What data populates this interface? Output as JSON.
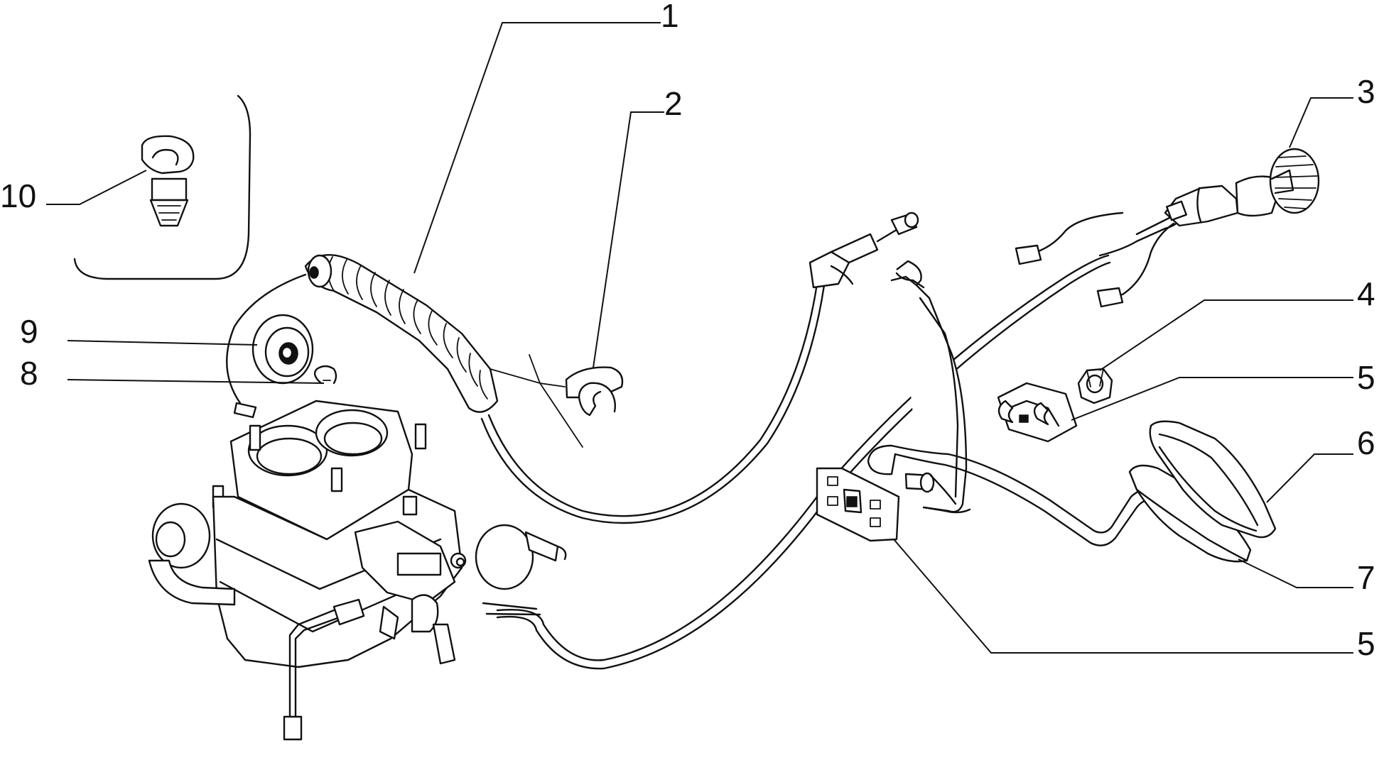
{
  "callouts": [
    {
      "id": "c1",
      "label": "1"
    },
    {
      "id": "c2",
      "label": "2"
    },
    {
      "id": "c3",
      "label": "3"
    },
    {
      "id": "c4",
      "label": "4"
    },
    {
      "id": "c5a",
      "label": "5"
    },
    {
      "id": "c6",
      "label": "6"
    },
    {
      "id": "c7",
      "label": "7"
    },
    {
      "id": "c5b",
      "label": "5"
    },
    {
      "id": "c8",
      "label": "8"
    },
    {
      "id": "c9",
      "label": "9"
    },
    {
      "id": "c10",
      "label": "10"
    }
  ]
}
